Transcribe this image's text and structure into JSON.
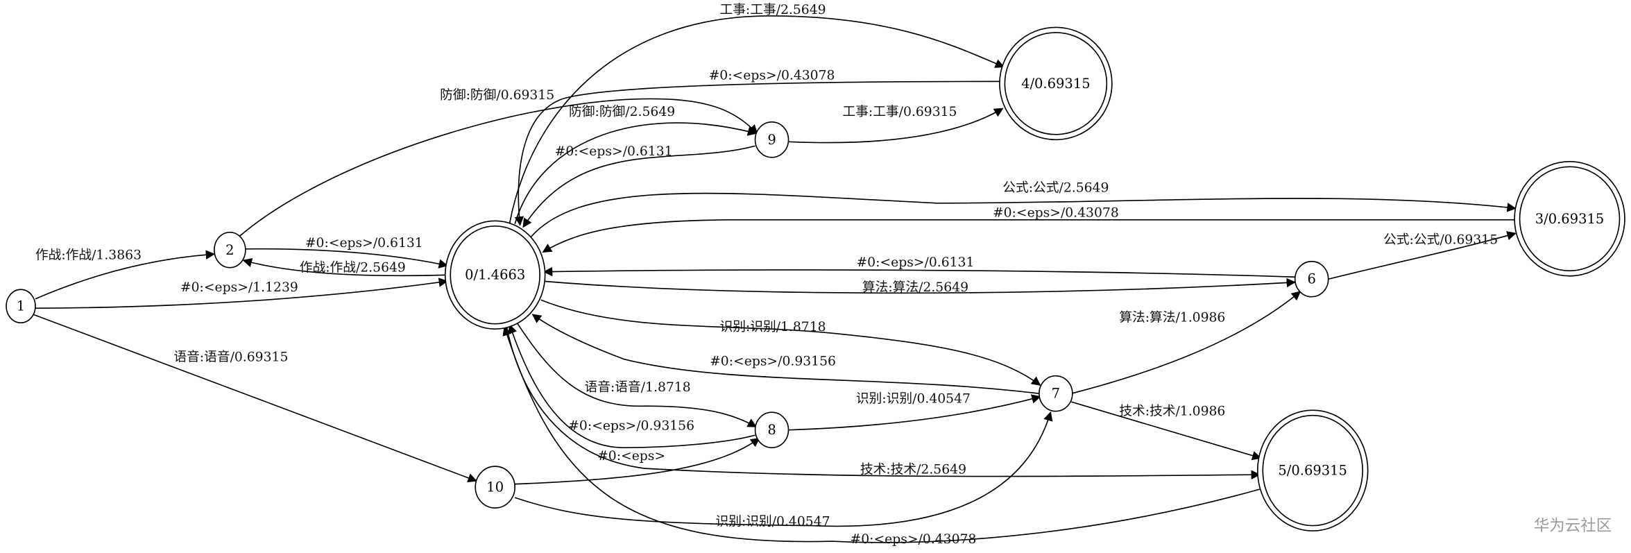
{
  "nodes": {
    "n0": "0/1.4663",
    "n1": "1",
    "n2": "2",
    "n3": "3/0.69315",
    "n4": "4/0.69315",
    "n5": "5/0.69315",
    "n6": "6",
    "n7": "7",
    "n8": "8",
    "n9": "9",
    "n10": "10"
  },
  "edges": {
    "e1_2": "作战:作战/1.3863",
    "e1_0": "#0:<eps>/1.1239",
    "e1_10": "语音:语音/0.69315",
    "e2_0": "#0:<eps>/0.6131",
    "e0_2": "作战:作战/2.5649",
    "e2_9": "防御:防御/0.69315",
    "e4_0": "#0:<eps>/0.43078",
    "e0_4": "工事:工事/2.5649",
    "e0_9": "防御:防御/2.5649",
    "e9_0": "#0:<eps>/0.6131",
    "e9_4": "工事:工事/0.69315",
    "e0_3": "公式:公式/2.5649",
    "e3_0": "#0:<eps>/0.43078",
    "e6_0": "#0:<eps>/0.6131",
    "e0_6": "算法:算法/2.5649",
    "e6_3": "公式:公式/0.69315",
    "e0_7": "识别:识别/1.8718",
    "e7_0": "#0:<eps>/0.93156",
    "e0_8": "语音:语音/1.8718",
    "e8_0": "#0:<eps>/0.93156",
    "e0_5": "技术:技术/2.5649",
    "e10_8": "#0:<eps>",
    "e8_7": "识别:识别/0.40547",
    "e7_6": "算法:算法/1.0986",
    "e7_5": "技术:技术/1.0986",
    "e10_7": "识别:识别/0.40547",
    "e5_0": "#0:<eps>/0.43078"
  },
  "watermark": "华为云社区"
}
